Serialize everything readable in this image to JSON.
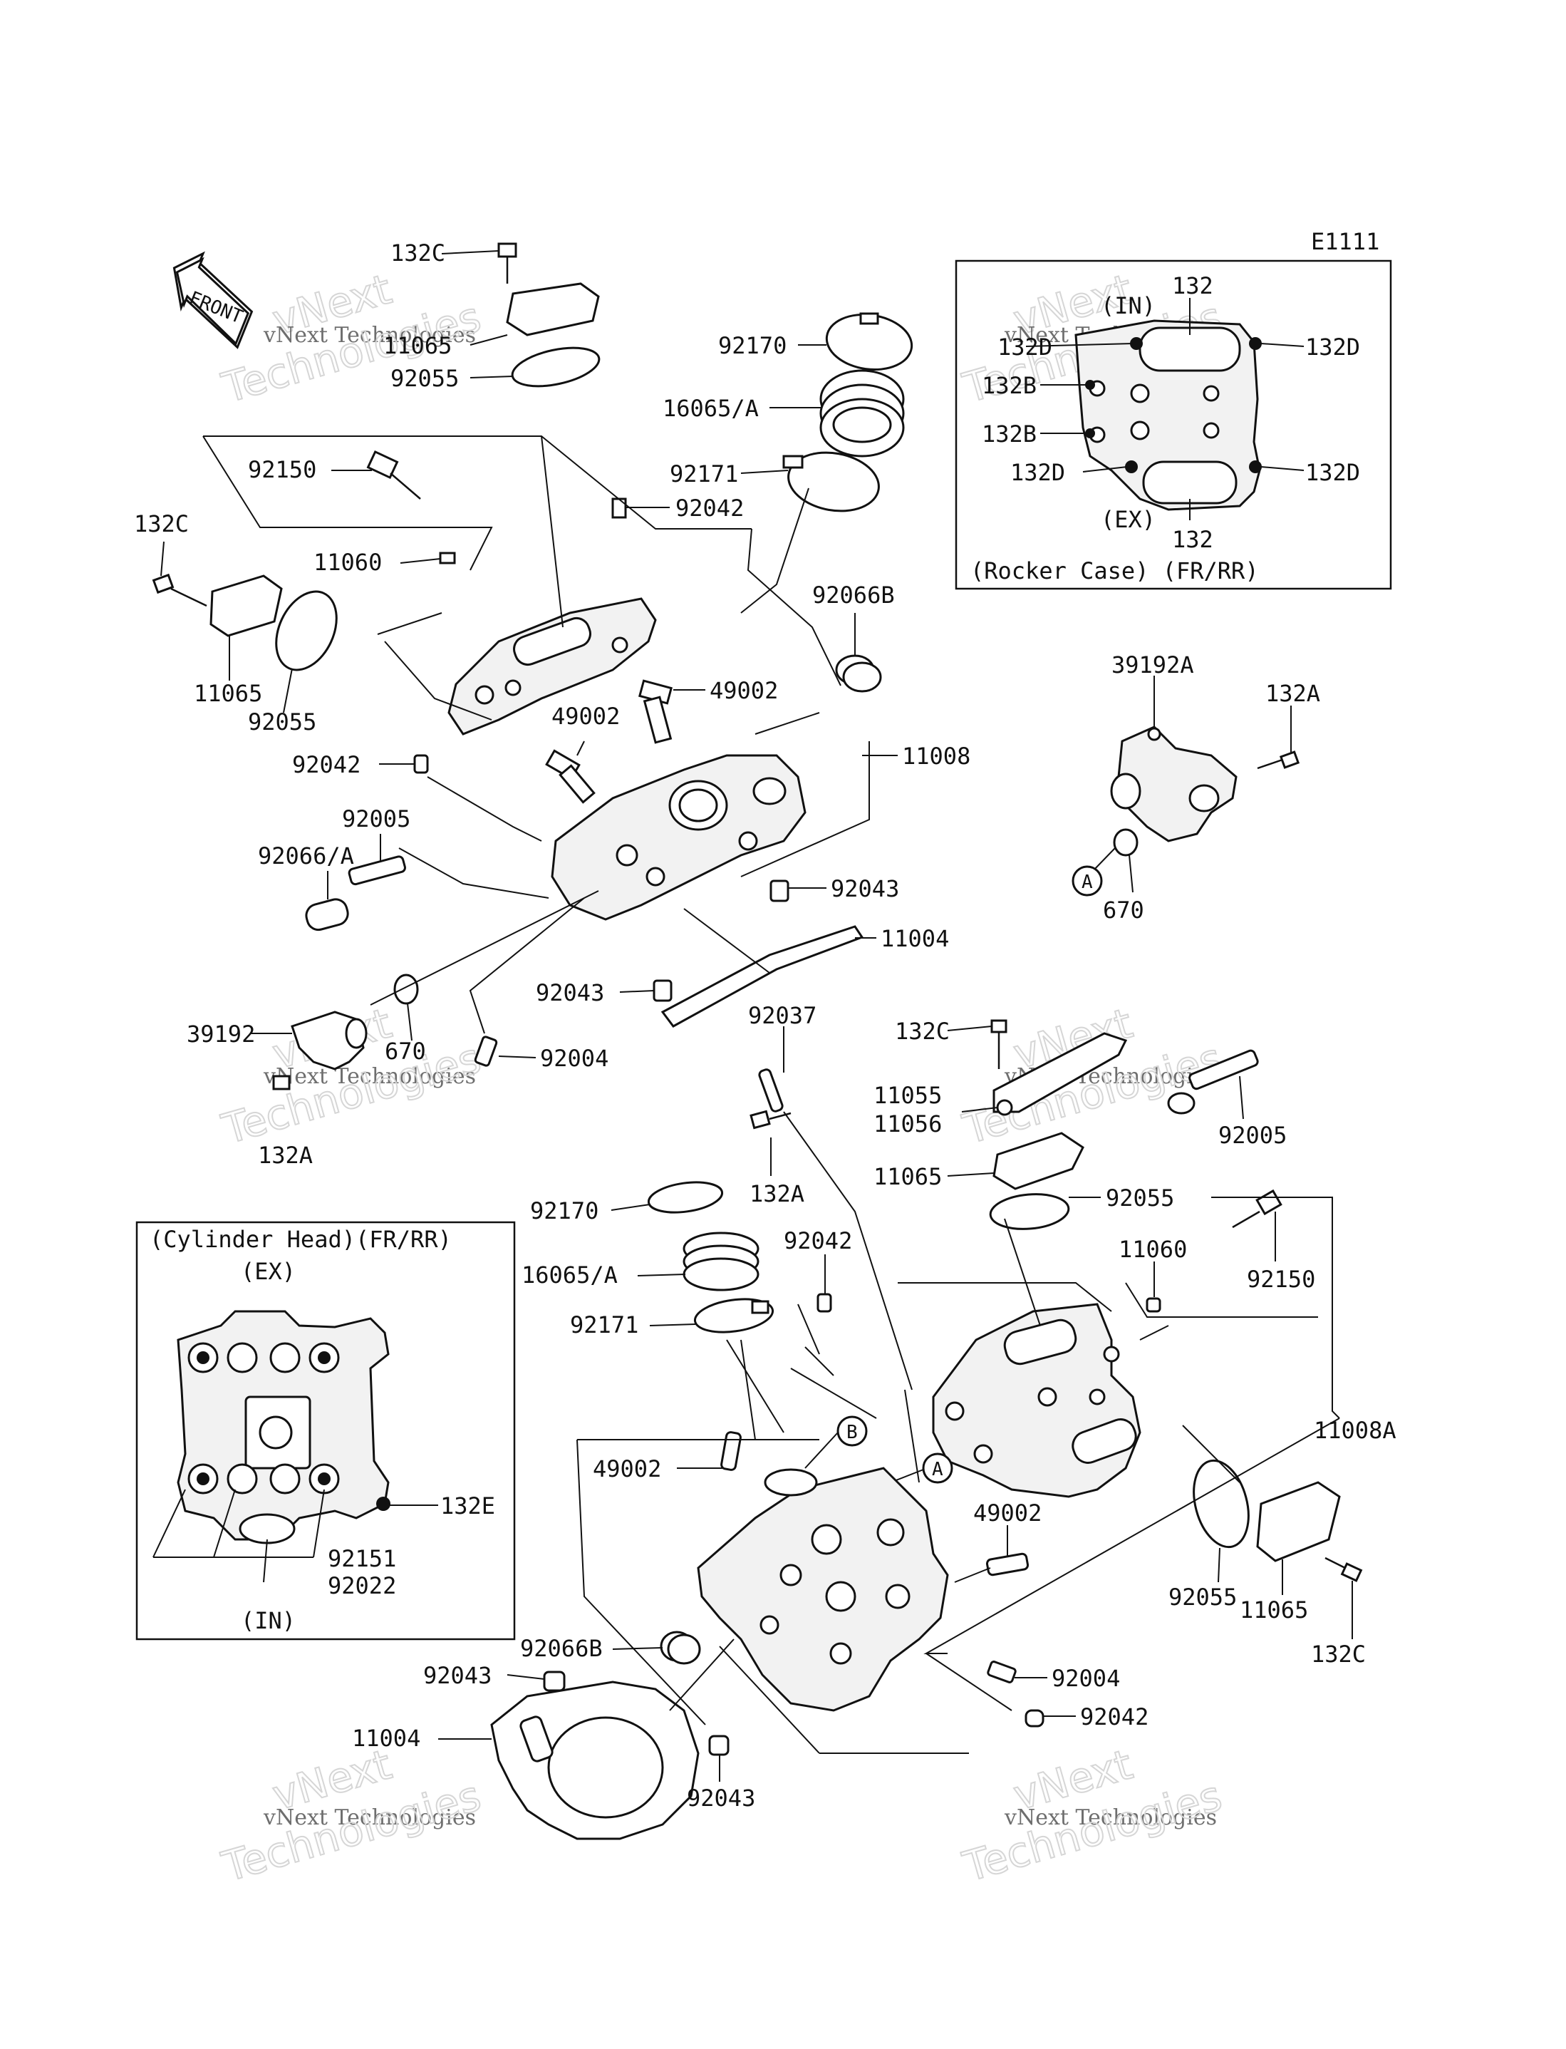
{
  "diagram_code": "E1111",
  "front_label": "FRONT",
  "watermark": {
    "line1": "vNext Technologies",
    "line2": "vNext",
    "line3": "Technologies"
  },
  "insets": {
    "rocker_case": {
      "title": "(Rocker Case) (FR/RR)",
      "in_label": "(IN)",
      "ex_label": "(EX)",
      "labels": [
        "132",
        "132D",
        "132D",
        "132B",
        "132B",
        "132D",
        "132D",
        "132"
      ]
    },
    "cylinder_head": {
      "title": "(Cylinder Head)(FR/RR)",
      "ex_label": "(EX)",
      "in_label": "(IN)",
      "labels": [
        "132E",
        "92151",
        "92022"
      ]
    }
  },
  "callouts": {
    "A": "A",
    "B": "B"
  },
  "labels": [
    "132C",
    "11065",
    "92055",
    "92150",
    "11060",
    "132C",
    "11065",
    "92055",
    "92042",
    "92005",
    "92066/A",
    "39192",
    "670",
    "92004",
    "132A",
    "92170",
    "16065/A",
    "92171",
    "92042",
    "92066B",
    "49002",
    "49002",
    "11008",
    "92043",
    "11004",
    "92043",
    "39192A",
    "132A",
    "670",
    "92037",
    "132A",
    "132C",
    "11055",
    "11056",
    "11065",
    "92005",
    "92055",
    "11060",
    "92150",
    "11008A",
    "92170",
    "16065/A",
    "92171",
    "92042",
    "49002",
    "49002",
    "92066B",
    "92043",
    "11004",
    "92043",
    "92004",
    "92042",
    "92055",
    "11065",
    "132C"
  ]
}
